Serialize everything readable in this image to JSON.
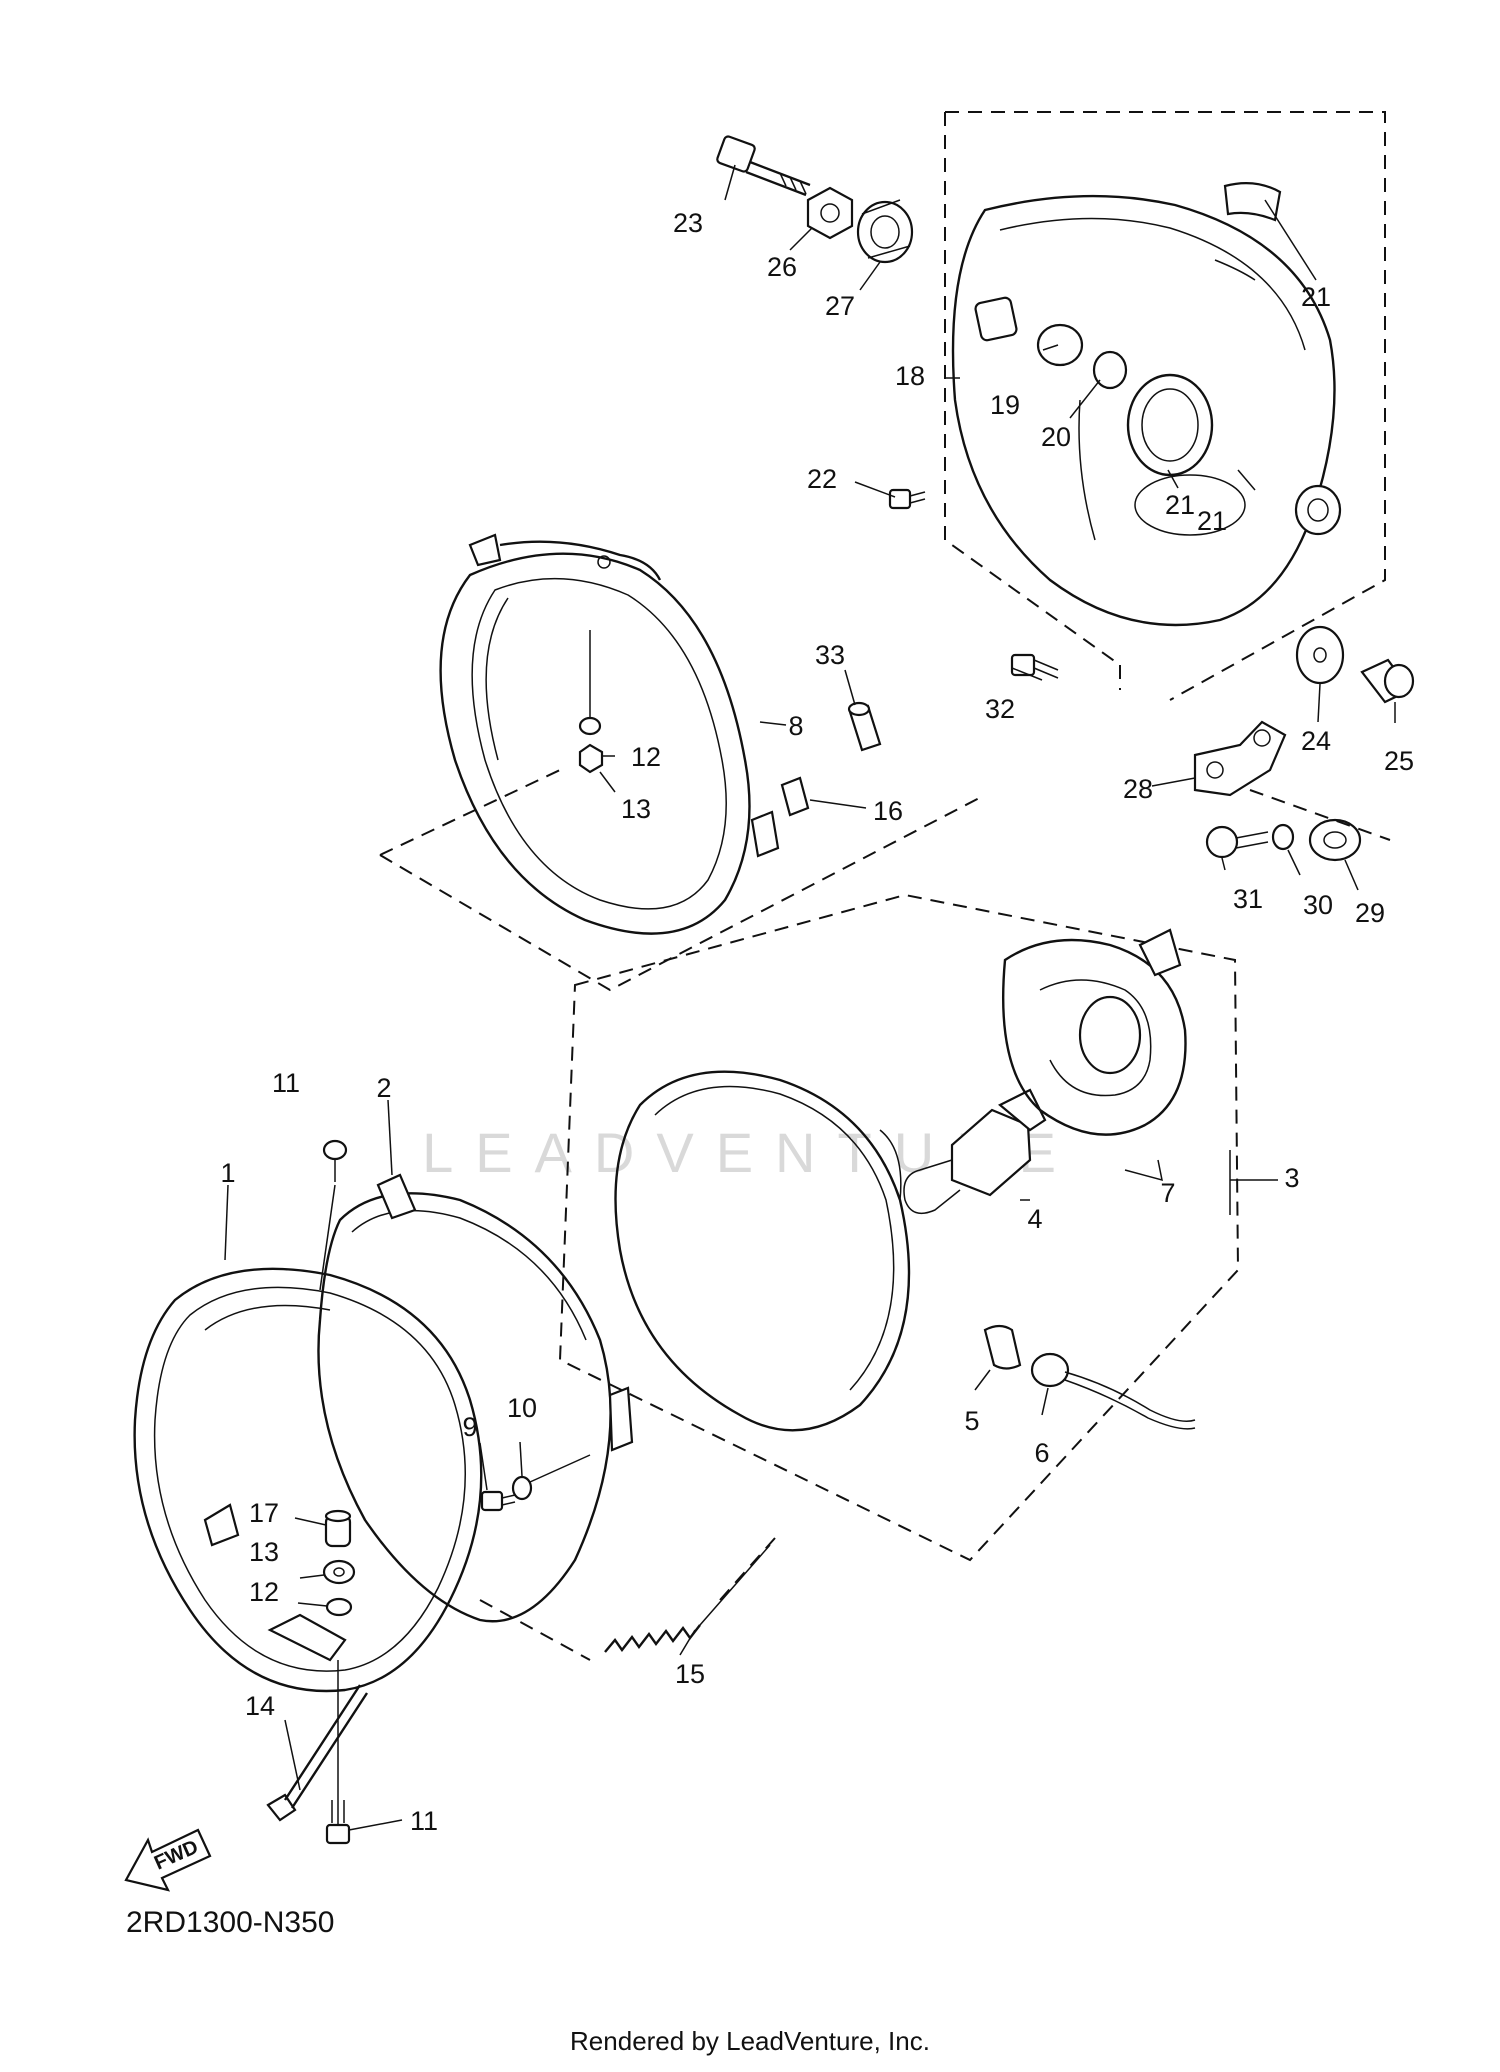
{
  "diagram_code": "2RD1300-N350",
  "footer_text": "Rendered by LeadVenture, Inc.",
  "watermark_text": "LEADVENTURE",
  "fwd_label": "FWD",
  "callouts": [
    {
      "id": "c1",
      "label": "1"
    },
    {
      "id": "c2",
      "label": "2"
    },
    {
      "id": "c3",
      "label": "3"
    },
    {
      "id": "c4",
      "label": "4"
    },
    {
      "id": "c5",
      "label": "5"
    },
    {
      "id": "c6",
      "label": "6"
    },
    {
      "id": "c7",
      "label": "7"
    },
    {
      "id": "c8",
      "label": "8"
    },
    {
      "id": "c9",
      "label": "9"
    },
    {
      "id": "c10",
      "label": "10"
    },
    {
      "id": "c11a",
      "label": "11"
    },
    {
      "id": "c11b",
      "label": "11"
    },
    {
      "id": "c12a",
      "label": "12"
    },
    {
      "id": "c12b",
      "label": "12"
    },
    {
      "id": "c13a",
      "label": "13"
    },
    {
      "id": "c13b",
      "label": "13"
    },
    {
      "id": "c14",
      "label": "14"
    },
    {
      "id": "c15",
      "label": "15"
    },
    {
      "id": "c16",
      "label": "16"
    },
    {
      "id": "c17",
      "label": "17"
    },
    {
      "id": "c18",
      "label": "18"
    },
    {
      "id": "c19",
      "label": "19"
    },
    {
      "id": "c20",
      "label": "20"
    },
    {
      "id": "c21a",
      "label": "21"
    },
    {
      "id": "c21b",
      "label": "21"
    },
    {
      "id": "c21c",
      "label": "21"
    },
    {
      "id": "c22",
      "label": "22"
    },
    {
      "id": "c23",
      "label": "23"
    },
    {
      "id": "c24",
      "label": "24"
    },
    {
      "id": "c25",
      "label": "25"
    },
    {
      "id": "c26",
      "label": "26"
    },
    {
      "id": "c27",
      "label": "27"
    },
    {
      "id": "c28",
      "label": "28"
    },
    {
      "id": "c29",
      "label": "29"
    },
    {
      "id": "c30",
      "label": "30"
    },
    {
      "id": "c31",
      "label": "31"
    },
    {
      "id": "c32",
      "label": "32"
    },
    {
      "id": "c33",
      "label": "33"
    }
  ]
}
